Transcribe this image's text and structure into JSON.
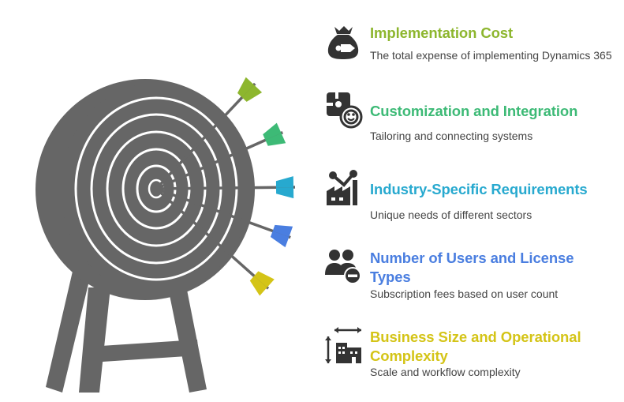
{
  "colors": {
    "target": "#666666",
    "rings": "#ffffff",
    "icon": "#333333"
  },
  "items": [
    {
      "title": "Implementation Cost",
      "description": "The total expense of implementing Dynamics 365",
      "color": "#8db62e",
      "icon": "money-bag-icon"
    },
    {
      "title": "Customization and Integration",
      "description": "Tailoring and connecting systems",
      "color": "#3dba76",
      "icon": "puzzle-gear-icon"
    },
    {
      "title": "Industry-Specific Requirements",
      "description": "Unique needs of different sectors",
      "color": "#27a9cf",
      "icon": "factory-icon"
    },
    {
      "title": "Number of Users and License Types",
      "description": "Subscription fees based on user count",
      "color": "#4a7ee0",
      "icon": "users-minus-icon"
    },
    {
      "title": "Business Size and Operational Complexity",
      "description": "Scale and workflow complexity",
      "color": "#d4c417",
      "icon": "building-size-icon"
    }
  ]
}
